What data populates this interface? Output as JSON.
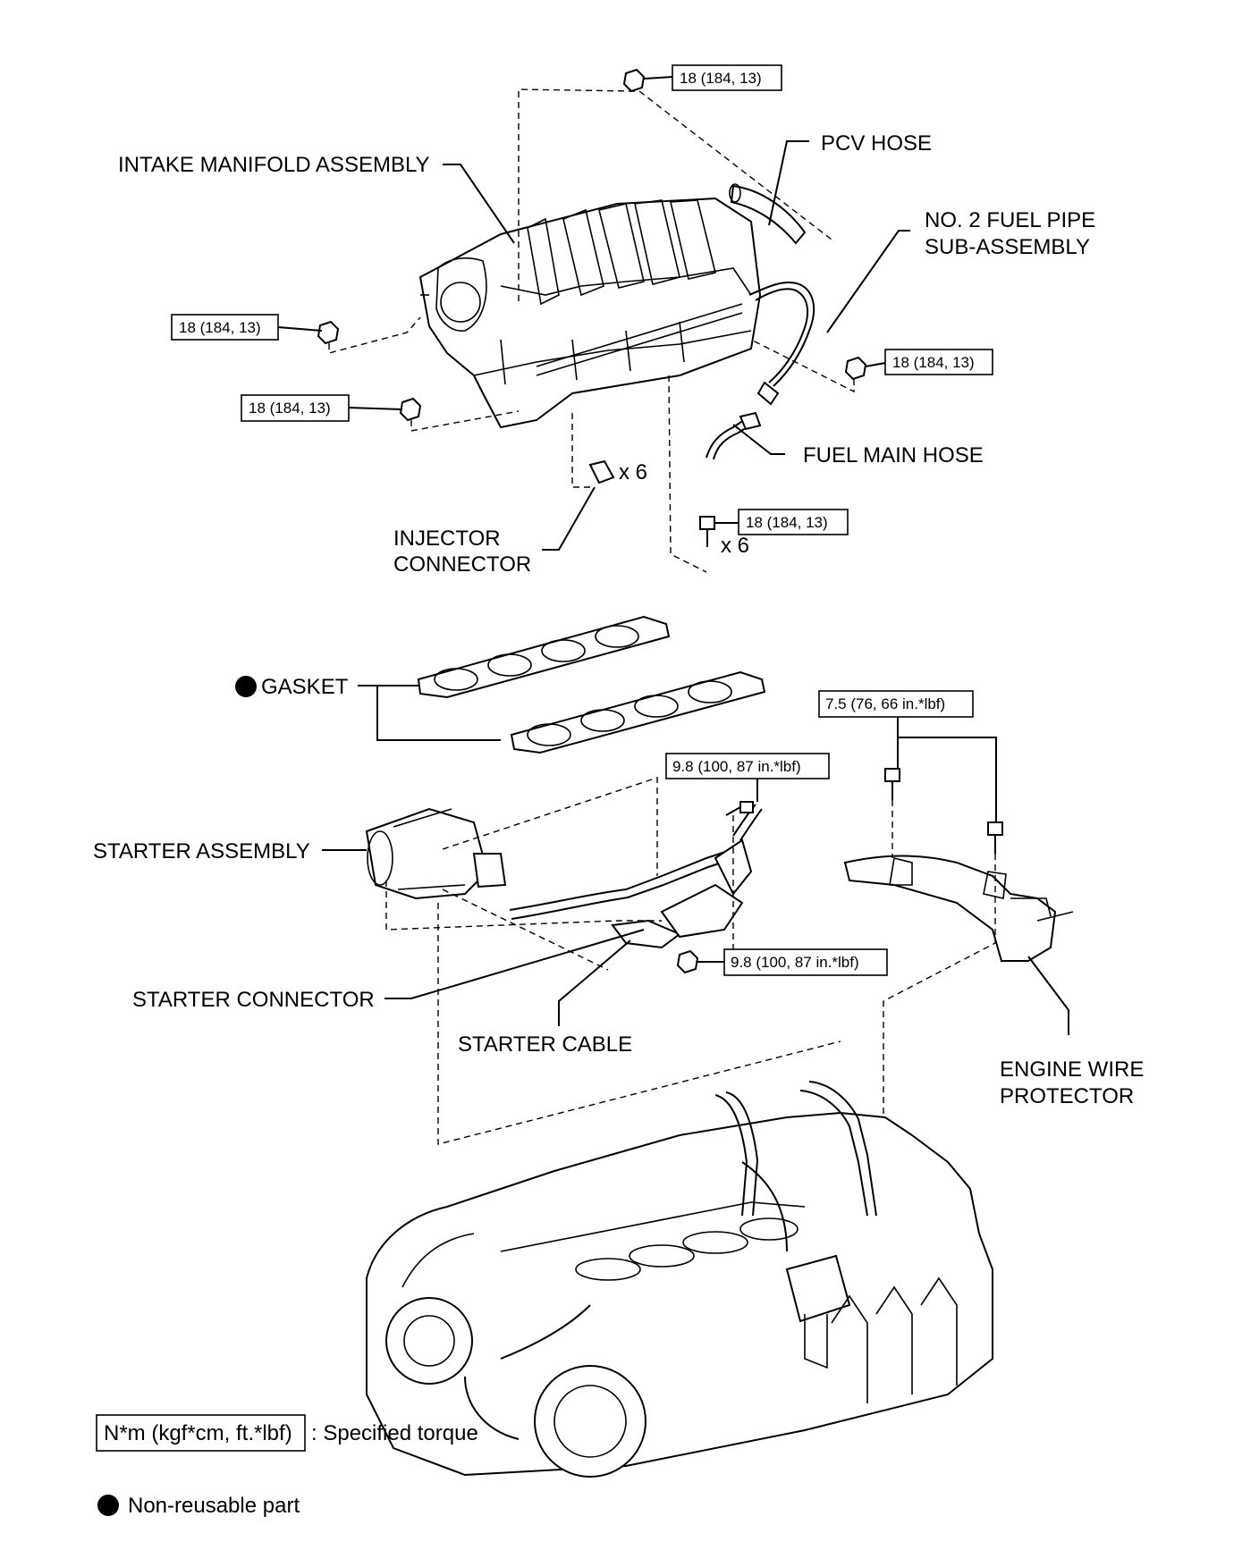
{
  "labels": {
    "intake_manifold": "INTAKE MANIFOLD ASSEMBLY",
    "pcv_hose": "PCV HOSE",
    "fuel_pipe_line1": "NO. 2 FUEL PIPE",
    "fuel_pipe_line2": "SUB-ASSEMBLY",
    "fuel_main_hose": "FUEL MAIN HOSE",
    "injector_line1": "INJECTOR",
    "injector_line2": "CONNECTOR",
    "injector_qty": "x 6",
    "bolt_qty": "x 6",
    "gasket": "GASKET",
    "starter_assembly": "STARTER ASSEMBLY",
    "starter_connector": "STARTER CONNECTOR",
    "starter_cable": "STARTER CABLE",
    "engine_wire_line1": "ENGINE WIRE",
    "engine_wire_line2": "PROTECTOR"
  },
  "torque": {
    "manifold_top": "18 (184, 13)",
    "manifold_left_upper": "18 (184, 13)",
    "manifold_left_lower": "18 (184, 13)",
    "manifold_right": "18 (184, 13)",
    "fuel_pipe_bolts": "18 (184, 13)",
    "wire_protector": "7.5 (76, 66 in.*lbf)",
    "starter_upper": "9.8 (100, 87 in.*lbf)",
    "starter_lower": "9.8 (100, 87 in.*lbf)"
  },
  "legend": {
    "torque_box": "N*m (kgf*cm, ft.*lbf)",
    "torque_desc": ": Specified torque",
    "non_reusable_desc": "Non-reusable part"
  }
}
